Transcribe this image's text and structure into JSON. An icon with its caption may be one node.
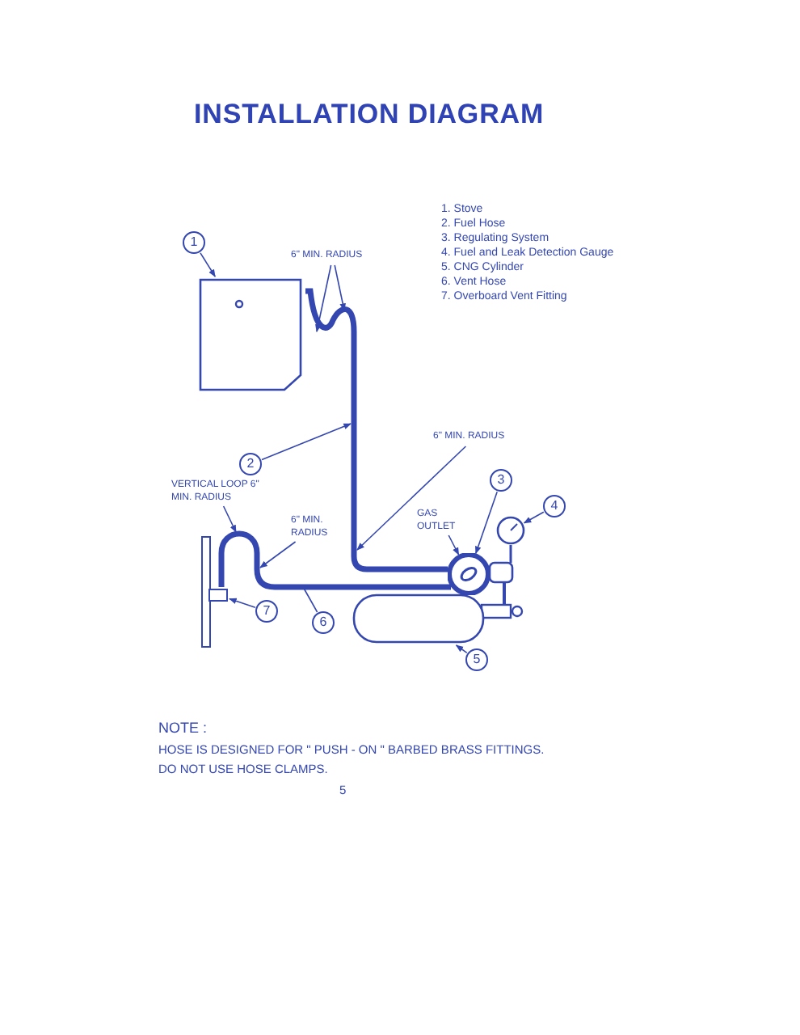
{
  "diagram": {
    "title": "INSTALLATION DIAGRAM",
    "nodes": [
      {
        "text": [
          "1"
        ]
      },
      {
        "text": [],
        "shape": "box"
      },
      {
        "text": [
          "6\" MIN. RADIUS"
        ]
      },
      {
        "text": [
          "2"
        ]
      },
      {
        "text": [
          "6\" MIN. RADIUS"
        ]
      },
      {
        "text": [
          "VERTICAL LOOP 6\" MIN. RADIUS"
        ]
      },
      {
        "text": [
          "3"
        ]
      },
      {
        "text": [
          "4"
        ]
      },
      {
        "text": [
          "GAS OUTLET"
        ]
      },
      {
        "text": [
          "6\" MIN. RADIUS"
        ]
      },
      {
        "text": [],
        "shape": "circle"
      },
      {
        "text": [],
        "shape": "circle"
      },
      {
        "text": [
          "7"
        ]
      },
      {
        "text": [
          "6"
        ]
      },
      {
        "text": [],
        "shape": "cylinder"
      },
      {
        "text": [
          "5"
        ]
      },
      {
        "text": [],
        "shape": "box"
      },
      {
        "text": [],
        "shape": "hose"
      },
      {
        "text": [],
        "shape": "hose"
      }
    ],
    "edges": [
      {
        "from": 0,
        "to": 1,
        "arrow": "to"
      },
      {
        "from": 2,
        "to": 17,
        "arrow": "to"
      },
      {
        "from": 2,
        "to": 17,
        "arrow": "to"
      },
      {
        "from": 3,
        "to": 17,
        "arrow": "to"
      },
      {
        "from": 4,
        "to": 17,
        "arrow": "to"
      },
      {
        "from": 5,
        "to": 18,
        "arrow": "to"
      },
      {
        "from": 6,
        "to": 10,
        "arrow": "to"
      },
      {
        "from": 7,
        "to": 11,
        "arrow": "to"
      },
      {
        "from": 8,
        "to": 10,
        "arrow": "to"
      },
      {
        "from": 9,
        "to": 18,
        "arrow": "to"
      },
      {
        "from": 12,
        "to": 16,
        "arrow": "to"
      },
      {
        "from": 13,
        "to": 18,
        "arrow": "none"
      },
      {
        "from": 15,
        "to": 14,
        "arrow": "to"
      }
    ],
    "labels": [
      "1. Stove",
      "2. Fuel Hose",
      "3. Regulating System",
      "4. Fuel and Leak Detection Gauge",
      "5. CNG Cylinder",
      "6. Vent Hose",
      "7. Overboard Vent Fitting",
      "NOTE :",
      "HOSE IS DESIGNED FOR \" PUSH - ON \" BARBED BRASS FITTINGS.",
      "DO NOT USE HOSE CLAMPS.",
      "5"
    ]
  }
}
